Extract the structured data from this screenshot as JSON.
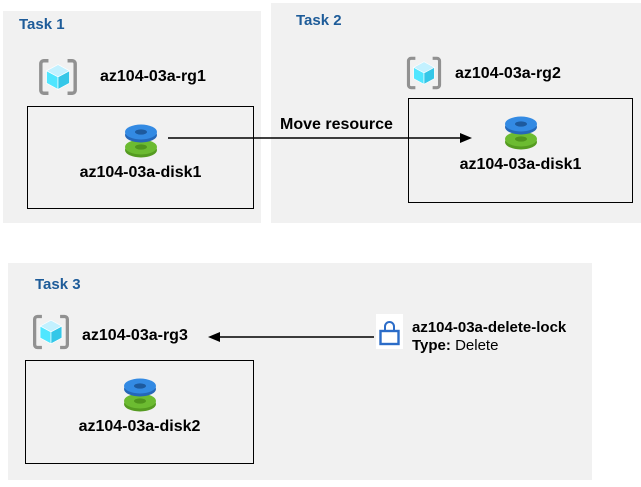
{
  "tasks": [
    {
      "title": "Task 1",
      "resource_group": "az104-03a-rg1",
      "resource": "az104-03a-disk1"
    },
    {
      "title": "Task 2",
      "resource_group": "az104-03a-rg2",
      "resource": "az104-03a-disk1"
    },
    {
      "title": "Task 3",
      "resource_group": "az104-03a-rg3",
      "resource": "az104-03a-disk2"
    }
  ],
  "move_arrow": {
    "label": "Move resource"
  },
  "lock": {
    "name": "az104-03a-delete-lock",
    "type_label": "Type:",
    "type_value": "Delete"
  },
  "icons": {
    "resource_group": "resource-group-icon",
    "disk": "disk-icon",
    "lock": "lock-icon"
  },
  "colors": {
    "panel_background": "#f1f1f1",
    "task_title_blue": "#1e5c99",
    "lock_blue": "#2b6cc8",
    "disk_blue": "#338ae3",
    "disk_blue_dark": "#1d5a9e",
    "disk_green": "#6cbb31",
    "disk_green_dark": "#4f941d",
    "cube_top": "#c3f1ff",
    "cube_left": "#50e6ff",
    "cube_right": "#34c7e8",
    "bracket_gray": "#919191",
    "arrow_black": "#000000"
  }
}
